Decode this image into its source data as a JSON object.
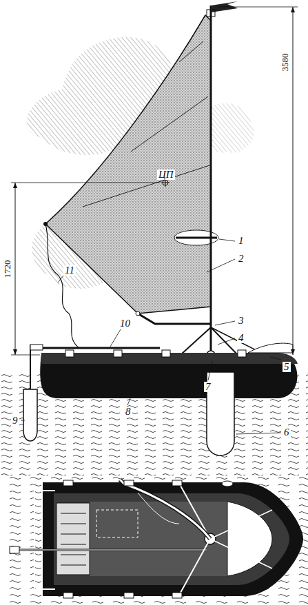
{
  "diagram": {
    "labels": [
      "ЦП",
      "1",
      "2",
      "3",
      "4",
      "5",
      "6",
      "7",
      "8",
      "9",
      "10",
      "11",
      "1720",
      "3580"
    ]
  }
}
